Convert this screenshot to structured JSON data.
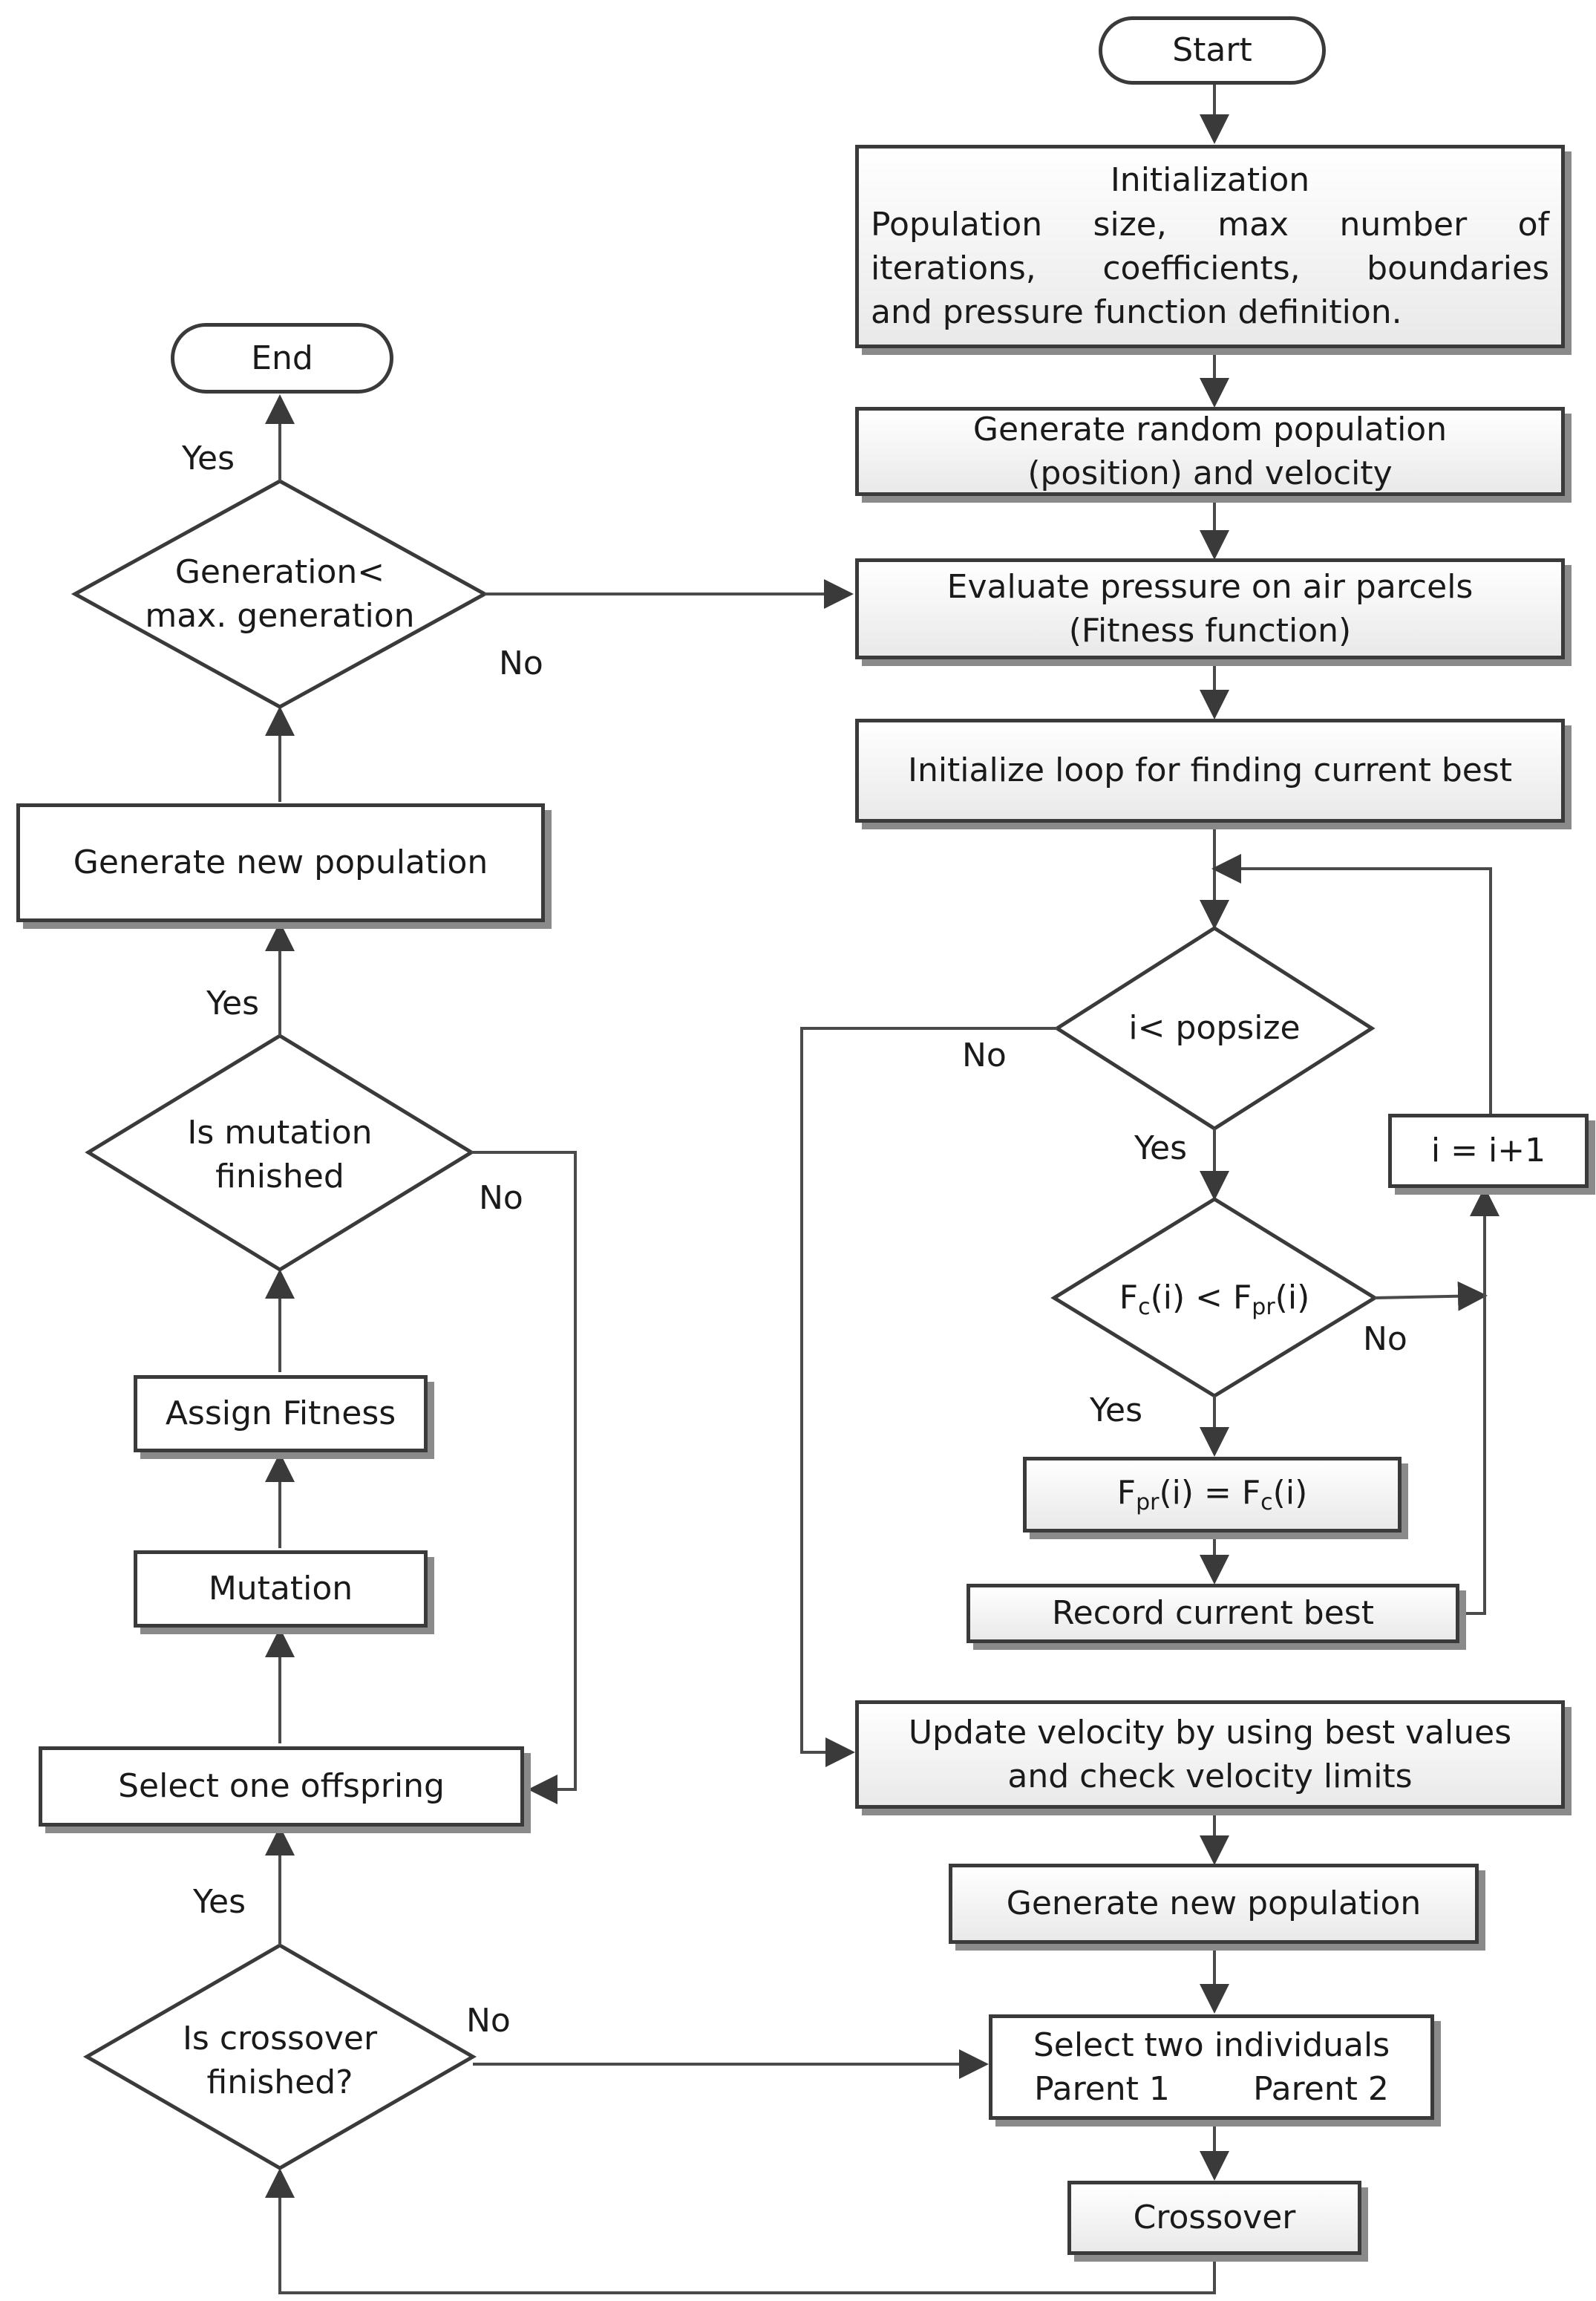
{
  "nodes": {
    "start": "Start",
    "init_title": "Initialization",
    "init_body_1": "Population size, max number of",
    "init_body_2": "iterations, coefficients, boundaries",
    "init_body_3": "and pressure function definition.",
    "gen_random_1": "Generate random population",
    "gen_random_2": "(position) and velocity",
    "evaluate_1": "Evaluate pressure on air parcels",
    "evaluate_2": "(Fitness function)",
    "init_loop": "Initialize loop for finding current best",
    "cond_popsize": "i< popsize",
    "increment": "i = i+1",
    "cond_fitness_a": "F",
    "cond_fitness_sub_a": "c",
    "cond_fitness_b": "(i) < F",
    "cond_fitness_sub_b": "pr",
    "cond_fitness_c": "(i)",
    "assign_a": "F",
    "assign_sub_a": "pr",
    "assign_b": "(i) = F",
    "assign_sub_b": "c",
    "assign_c": "(i)",
    "record_best": "Record current best",
    "update_velocity_1": "Update velocity by using best values",
    "update_velocity_2": "and check velocity limits",
    "gen_new_pop_right": "Generate new population",
    "select_two": "Select two individuals",
    "parent1": "Parent 1",
    "parent2": "Parent 2",
    "crossover": "Crossover",
    "cond_crossover_1": "Is crossover",
    "cond_crossover_2": "finished?",
    "select_offspring": "Select one offspring",
    "mutation": "Mutation",
    "assign_fitness": "Assign Fitness",
    "cond_mutation_1": "Is mutation",
    "cond_mutation_2": "finished",
    "gen_new_pop_left": "Generate new population",
    "cond_generation_1": "Generation<",
    "cond_generation_2": "max. generation",
    "end": "End"
  },
  "labels": {
    "yes": "Yes",
    "no": "No"
  }
}
